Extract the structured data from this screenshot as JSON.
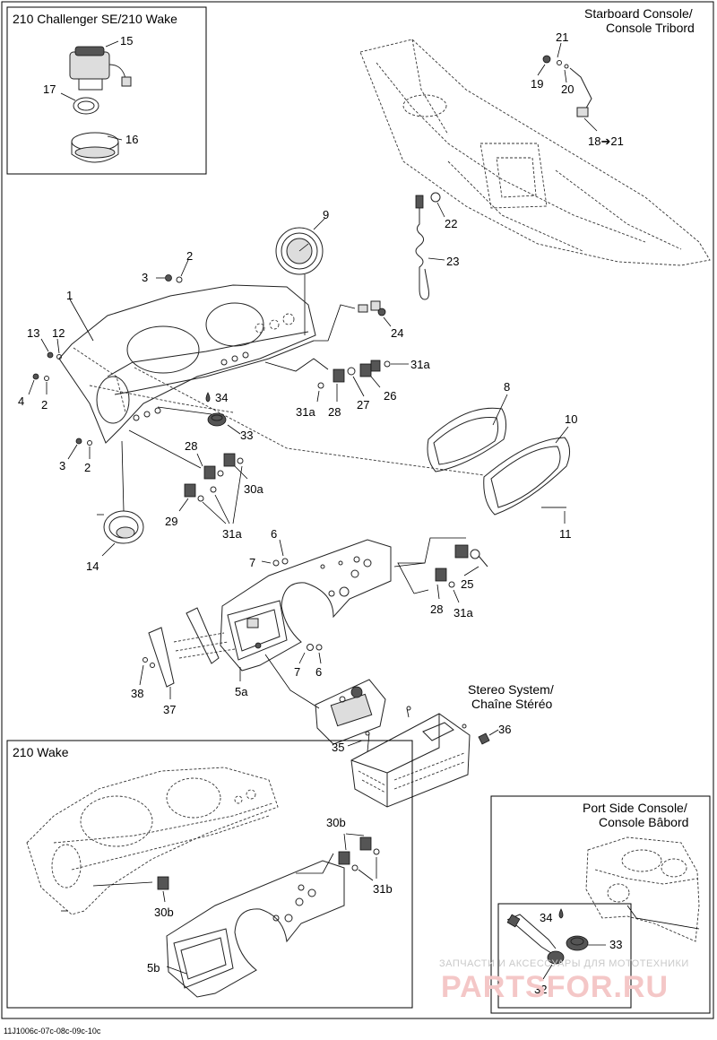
{
  "boxes": {
    "top_left_title": "210 Challenger SE/210 Wake",
    "starboard_title_1": "Starboard Console/",
    "starboard_title_2": "Console Tribord",
    "stereo_title_1": "Stereo System/",
    "stereo_title_2": "Chaîne Stéréo",
    "wake_title": "210 Wake",
    "port_title_1": "Port Side Console/",
    "port_title_2": "Console Bâbord"
  },
  "callouts": {
    "c15": "15",
    "c17": "17",
    "c16": "16",
    "c21": "21",
    "c19": "19",
    "c20": "20",
    "c18": "18➔21",
    "c22": "22",
    "c23": "23",
    "c9": "9",
    "c3a": "3",
    "c2a": "2",
    "c1": "1",
    "c13": "13",
    "c12": "12",
    "c4": "4",
    "c2b": "2",
    "c34a": "34",
    "c33a": "33",
    "c3b": "3",
    "c2c": "2",
    "c24": "24",
    "c31a_1": "31a",
    "c31a_2": "31a",
    "c28a": "28",
    "c27": "27",
    "c26": "26",
    "c8": "8",
    "c10": "10",
    "c11": "11",
    "c28b": "28",
    "c30a": "30a",
    "c29": "29",
    "c31a_3": "31a",
    "c14": "14",
    "c6a": "6",
    "c7a": "7",
    "c25": "25",
    "c28c": "28",
    "c31a_4": "31a",
    "c38": "38",
    "c37": "37",
    "c5a": "5a",
    "c7b": "7",
    "c6b": "6",
    "c35": "35",
    "c36": "36",
    "c30b_1": "30b",
    "c31b": "31b",
    "c30b_2": "30b",
    "c5b": "5b",
    "c34b": "34",
    "c33b": "33",
    "c32": "32"
  },
  "footer": {
    "code": "11J1006c-07c-08c-09c-10c",
    "watermark_small": "ЗАПЧАСТИ И АКСЕССУАРЫ ДЛЯ МОТОТЕХНИКИ",
    "watermark_big": "PARTSFOR.RU"
  }
}
